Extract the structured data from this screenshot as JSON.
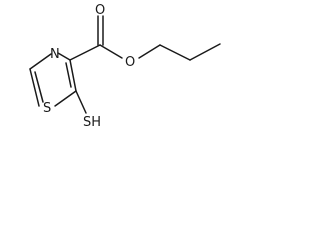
{
  "molecule": {
    "atoms": {
      "carbonyl_oxygen": "O",
      "ester_oxygen": "O",
      "ring_nitrogen": "N",
      "ring_sulfur": "S",
      "thiol_group": "SH"
    }
  }
}
